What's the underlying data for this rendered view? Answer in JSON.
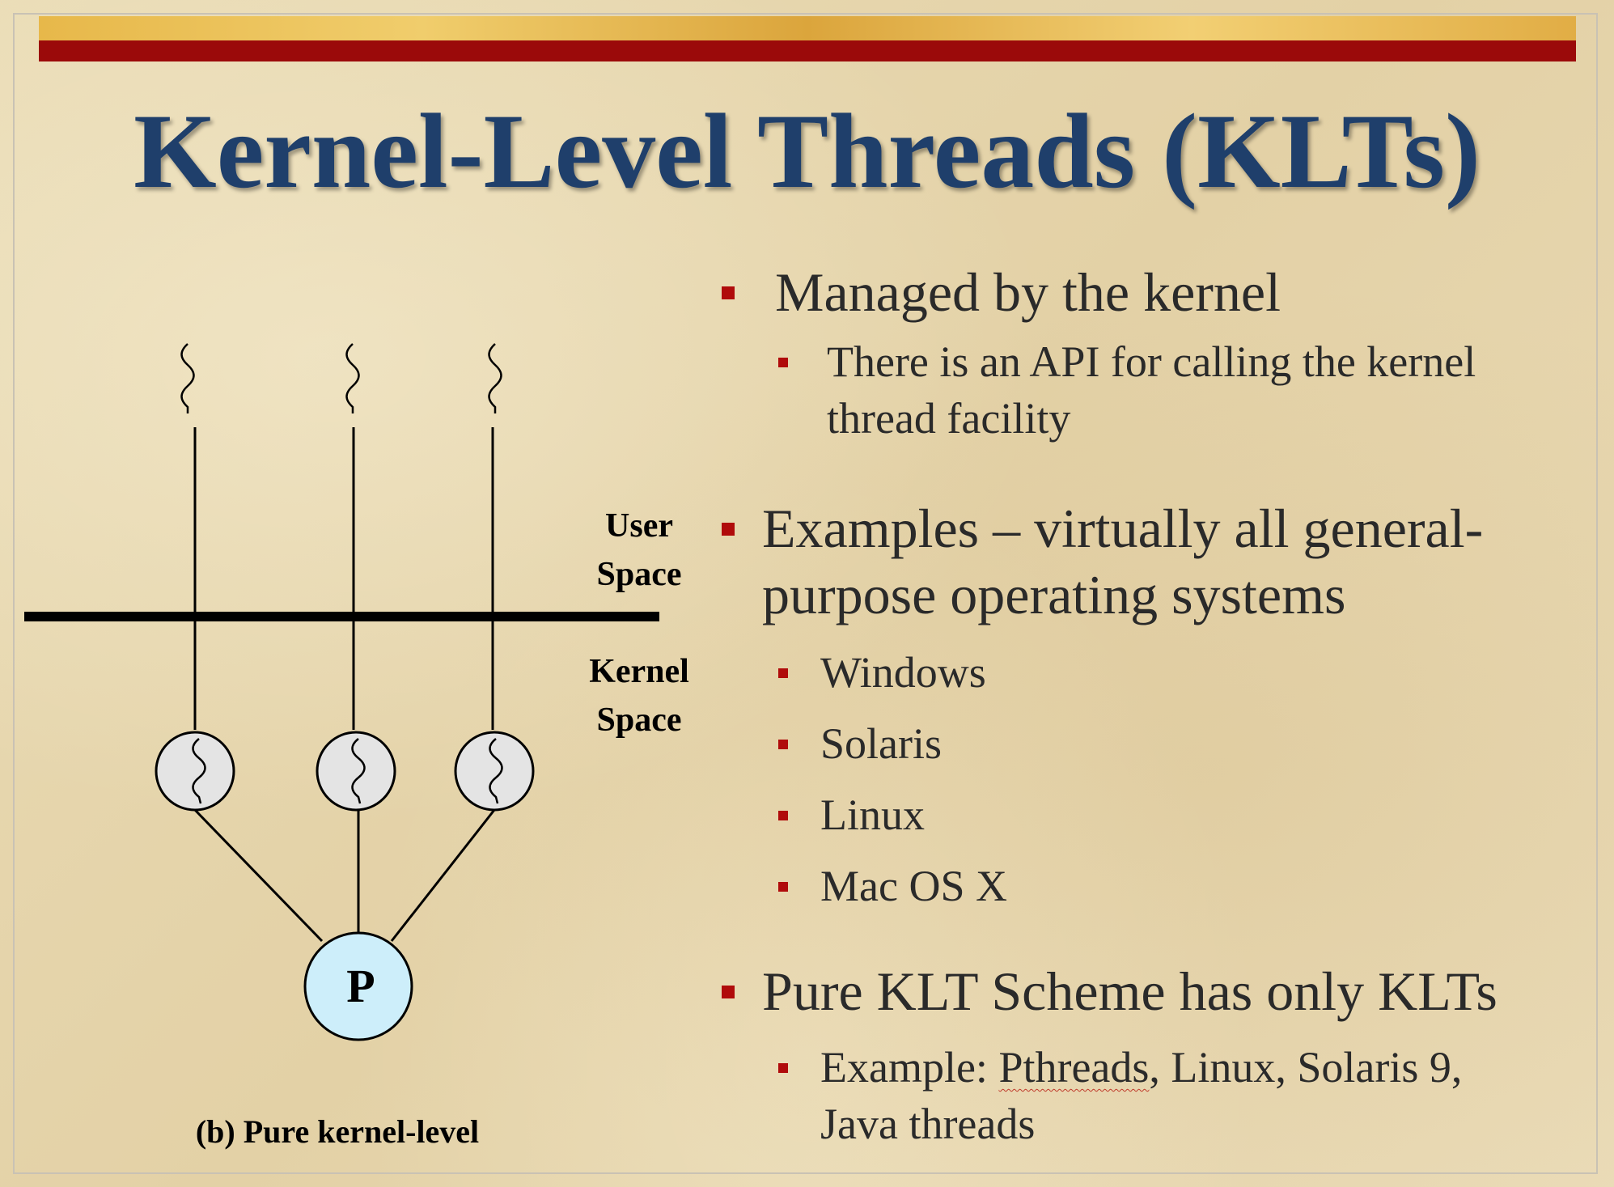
{
  "slide": {
    "title": "Kernel-Level Threads (KLTs)"
  },
  "diagram": {
    "user_space_label_line1": "User",
    "user_space_label_line2": "Space",
    "kernel_space_label_line1": "Kernel",
    "kernel_space_label_line2": "Space",
    "process_label": "P",
    "caption": "(b) Pure kernel-level"
  },
  "bullets": {
    "b1": "Managed by the kernel",
    "b1_sub1_line1": "There is an API for calling the kernel",
    "b1_sub1_line2": "thread facility",
    "b2_line1": "Examples – virtually all general-",
    "b2_line2": "purpose operating systems",
    "b2_subs": [
      "Windows",
      "Solaris",
      "Linux",
      "Mac OS X"
    ],
    "b3": "Pure KLT Scheme has only KLTs",
    "b3_sub1_prefix": "Example: ",
    "b3_sub1_pthreads": "Pthreads",
    "b3_sub1_rest": ", Linux, Solaris 9,",
    "b3_sub1_line2": "Java threads"
  },
  "colors": {
    "title": "#1f3f6b",
    "bullet": "#b00b0b",
    "band_red": "#9b0a0a",
    "band_gold": "#e7b84a",
    "process_fill": "#cdeefa",
    "thread_fill": "#e4e4e4"
  }
}
